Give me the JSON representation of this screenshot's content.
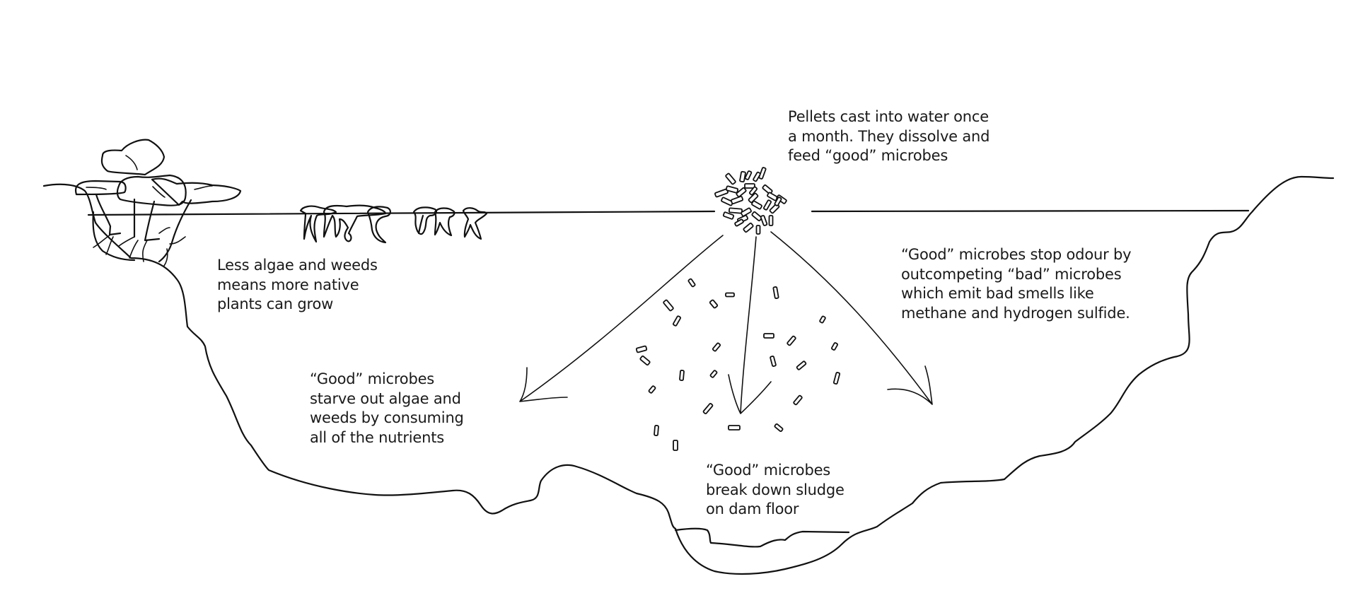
{
  "diagram": {
    "subject": "Dam cross-section showing effect of microbe pellets",
    "stroke_color": "#111111",
    "background_color": "#ffffff",
    "annotations": {
      "pellets": {
        "lines": [
          "Pellets cast into water once",
          "a month. They dissolve and",
          "feed “good” microbes"
        ]
      },
      "plants": {
        "lines": [
          "Less algae and weeds",
          "means more native",
          "plants can grow"
        ]
      },
      "odour": {
        "lines": [
          "“Good” microbes stop odour by",
          "outcompeting “bad” microbes",
          "which emit bad smells like",
          "methane and hydrogen sulfide."
        ]
      },
      "algae": {
        "lines": [
          "“Good” microbes",
          "starve out algae and",
          "weeds by consuming",
          "all of the nutrients"
        ]
      },
      "sludge": {
        "lines": [
          "“Good” microbes",
          "break down sludge",
          "on dam floor"
        ]
      }
    },
    "elements": [
      "dam-bank-outline",
      "water-surface",
      "native-plants",
      "floating-algae-weeds",
      "pellet-cluster",
      "dispersal-arrows",
      "dissolving-pellets",
      "sludge-layer"
    ]
  }
}
